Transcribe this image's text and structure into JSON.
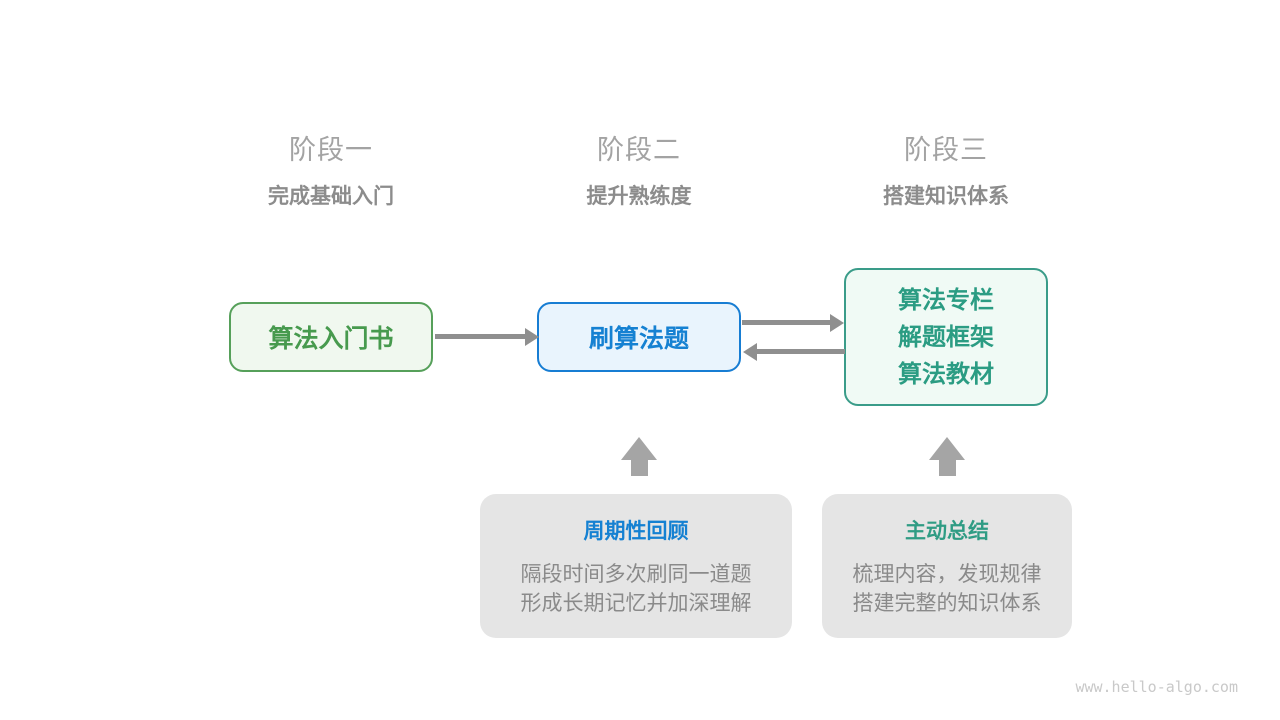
{
  "stages": [
    {
      "label": "阶段一",
      "subtitle": "完成基础入门"
    },
    {
      "label": "阶段二",
      "subtitle": "提升熟练度"
    },
    {
      "label": "阶段三",
      "subtitle": "搭建知识体系"
    }
  ],
  "nodes": {
    "intro_book": {
      "label": "算法入门书"
    },
    "practice": {
      "label": "刷算法题"
    },
    "resources": {
      "lines": [
        "算法专栏",
        "解题框架",
        "算法教材"
      ]
    }
  },
  "notes": [
    {
      "title": "周期性回顾",
      "lines": [
        "隔段时间多次刷同一道题",
        "形成长期记忆并加深理解"
      ]
    },
    {
      "title": "主动总结",
      "lines": [
        "梳理内容，发现规律",
        "搭建完整的知识体系"
      ]
    }
  ],
  "watermark": "www.hello-algo.com",
  "colors": {
    "stage_label": "#a3a3a3",
    "stage_subtitle": "#8c8c8c",
    "green_border": "#56a05a",
    "green_bg": "#f0f8ef",
    "green_text": "#479a4e",
    "blue_border": "#177dd3",
    "blue_bg": "#e9f4fd",
    "blue_text": "#1581d2",
    "teal_border": "#3a9c89",
    "teal_bg": "#f0faf5",
    "teal_text": "#2b9c83",
    "arrow_gray": "#8f8f8f",
    "block_arrow_gray": "#a5a5a5",
    "note_bg": "#e5e5e5",
    "note_body_text": "#8a8a8a",
    "watermark_text": "#c9c9c9"
  }
}
